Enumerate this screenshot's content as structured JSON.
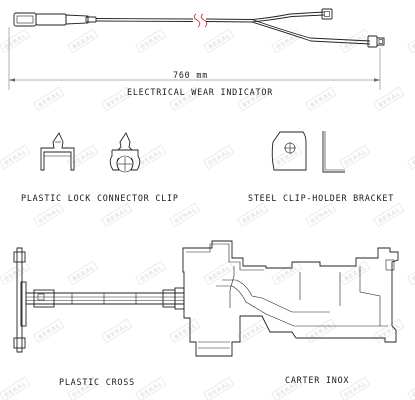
{
  "colors": {
    "stroke": "#222222",
    "accent": "#cc3333",
    "watermark": "#e6e6e6"
  },
  "dimension": {
    "text": "760 mm"
  },
  "labels": {
    "electrical_wear_indicator": "ELECTRICAL WEAR INDICATOR",
    "plastic_lock_connector_clip": "PLASTIC LOCK CONNECTOR CLIP",
    "steel_clip_holder_bracket": "STEEL CLIP-HOLDER BRACKET",
    "plastic_cross": "PLASTIC CROSS",
    "carter_inox": "CARTER INOX"
  },
  "watermark": {
    "text": "BERAL"
  }
}
